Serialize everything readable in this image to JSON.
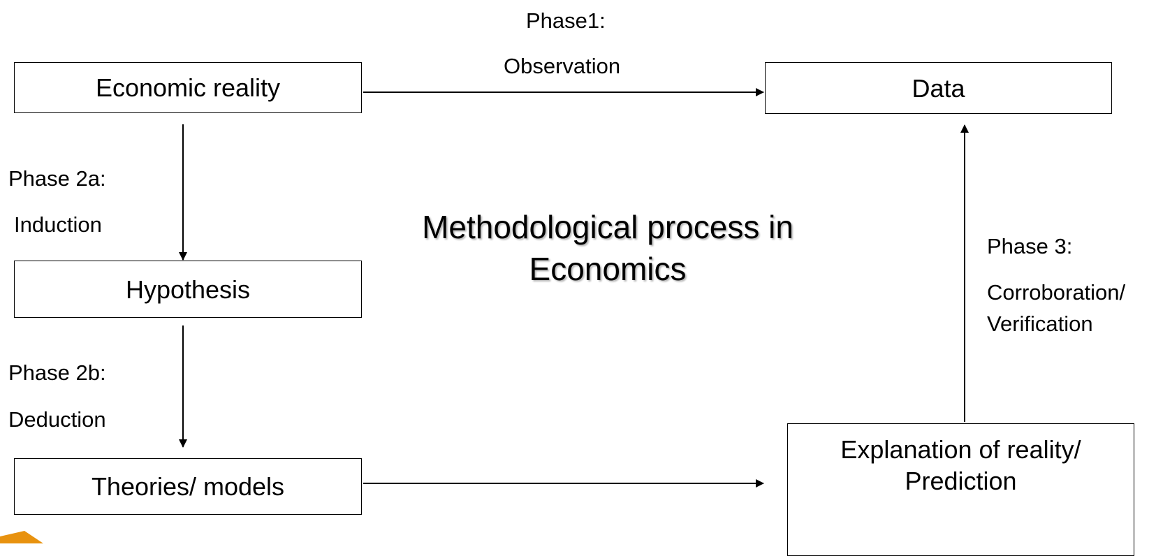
{
  "diagram": {
    "title": "Methodological process in Economics",
    "nodes": {
      "economic_reality": "Economic reality",
      "data": "Data",
      "hypothesis": "Hypothesis",
      "theories_models": "Theories/ models",
      "explanation_line1": "Explanation of reality/",
      "explanation_line2": "Prediction"
    },
    "phases": {
      "phase1_name": "Phase1:",
      "phase1_desc": "Observation",
      "phase2a_name": "Phase 2a:",
      "phase2a_desc": "Induction",
      "phase2b_name": "Phase 2b:",
      "phase2b_desc": "Deduction",
      "phase3_name": "Phase 3:",
      "phase3_desc_line1": "Corroboration/",
      "phase3_desc_line2": "Verification"
    },
    "logo_color": "#e8920f"
  }
}
